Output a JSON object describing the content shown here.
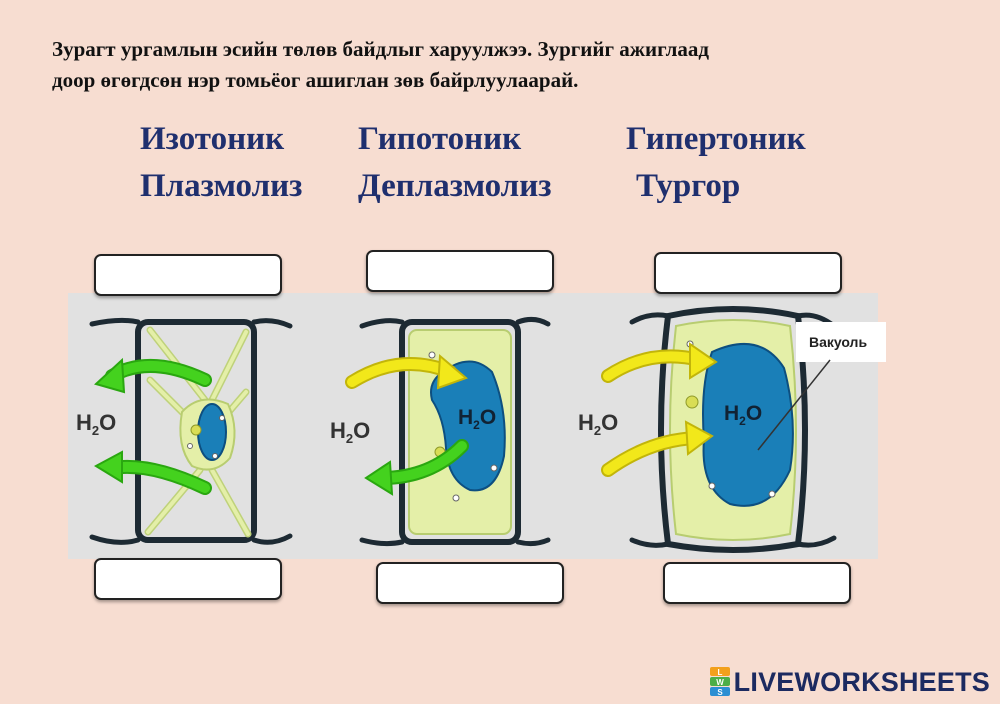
{
  "instruction": {
    "line1": "Зурагт ургамлын эсийн төлөв байдлыг харуулжээ. Зургийг ажиглаад",
    "line2": "доор өгөгдсөн нэр томьёог ашиглан зөв байрлуулаарай."
  },
  "terms": {
    "isotonic": "Изотоник",
    "hypotonic": "Гипотоник",
    "hypertonic": "Гипертоник",
    "plasmolysis": "Плазмолиз",
    "deplasmolysis": "Деплазмолиз",
    "turgor": "Тургор"
  },
  "diagram": {
    "water_label": "H",
    "water_sub": "2",
    "water_o": "O",
    "vacuole_label": "Вакуоль",
    "icons": [
      "arrow-out-icon",
      "arrow-in-icon"
    ]
  },
  "footer": {
    "brand": "LIVEWORKSHEETS",
    "logo_letters": [
      "L",
      "W",
      "S"
    ]
  },
  "colors": {
    "term_text": "#1f2f6e",
    "cytoplasm": "#e4efa8",
    "vacuole": "#1a7fb8",
    "arrow_green": "#3fcf1c",
    "arrow_yellow": "#f2e81a"
  }
}
